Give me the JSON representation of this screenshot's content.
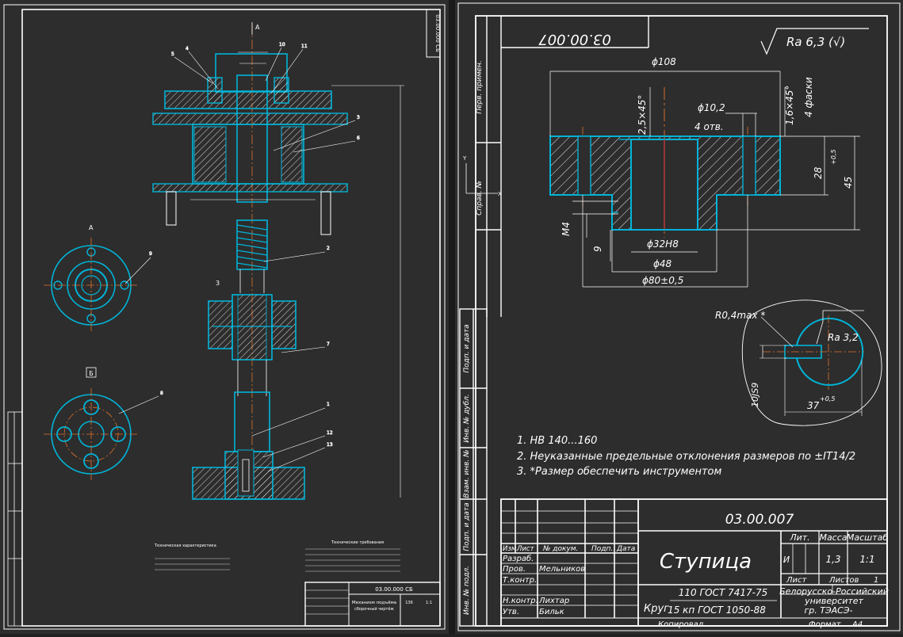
{
  "left_sheet": {
    "frame_code": "03.00.000 СБ",
    "view_label_top": "А",
    "view_label_mid": "А",
    "view_label_b": "Б",
    "section_mark": "3",
    "title_block": {
      "doc_code": "03.00.000 СБ",
      "name_line1": "Механизм подъёма",
      "name_line2": "сборочный чертёж",
      "mass": "136",
      "scale": "1:1"
    },
    "tech_char_title": "Техническая характеристика",
    "tech_req_title": "Технические требования",
    "callouts": [
      "5",
      "4",
      "10",
      "11",
      "3",
      "6",
      "9",
      "2",
      "7",
      "8",
      "1",
      "12",
      "13"
    ]
  },
  "right_sheet": {
    "stamp_code": "03.00.007",
    "roughness": "Ra 6,3 (√)",
    "dims": {
      "d108": "ϕ108",
      "d10_2": "ϕ10,2",
      "holes": "4 отв.",
      "chamfer_left": "2,5×45°",
      "chamfer_right": "1,6×45°",
      "chamfer_count": "4 фаски",
      "h28": "28",
      "h28_tol": "+0,5",
      "h45": "45",
      "m4": "M4",
      "n9": "9",
      "d32": "ϕ32H8",
      "d48": "ϕ48",
      "d80": "ϕ80±0,5",
      "r04": "R0,4max *",
      "ra32": "Ra 3,2",
      "js9": "10JS9",
      "n37": "37",
      "n37_tol": "+0,5"
    },
    "notes": [
      "1. HB 140...160",
      "2. Неуказанные предельные отклонения размеров по ±IT14/2",
      "3. *Размер обеспечить инструментом"
    ],
    "side_labels": {
      "perv_primen": "Перв. примен.",
      "sprav": "Справ. №",
      "podp_data_1": "Подп. и дата",
      "inv_dubl": "Инв. № дубл.",
      "vzam_inv": "Взам. инв. №",
      "podp_data_2": "Подп. и дата",
      "inv_podl": "Инв. № подл."
    },
    "title_block": {
      "doc_code": "03.00.007",
      "name": "Ступица",
      "material_prefix": "Круг",
      "material_top": "110 ГОСТ 7417-75",
      "material_bottom": "15 кп ГОСТ 1050-88",
      "lit": "Лит.",
      "massa": "Масса",
      "masshtab": "Масштаб",
      "lit_val": "И",
      "mass_val": "1,3",
      "scale_val": "1:1",
      "list": "Лист",
      "listov": "Листов",
      "listov_val": "1",
      "org_line1": "Белорусско-Российский",
      "org_line2": "университет",
      "org_line3": "гр. ТЭАСЭ-",
      "izm": "Изм.",
      "list_col": "Лист",
      "ndokum": "№ докум.",
      "podp": "Подп.",
      "data": "Дата",
      "razrab": "Разраб.",
      "prov": "Пров.",
      "prov_name": "Мельников",
      "tkontr": "Т.контр.",
      "nkontr": "Н.контр.",
      "nkontr_name": "Лихтар",
      "utv": "Утв.",
      "utv_name": "Бильк",
      "kopiroval": "Копировал",
      "format": "Формат",
      "format_val": "А4"
    }
  },
  "colors": {
    "background": "#2d2d2d",
    "frame": "#ffffff",
    "part": "#00b4d8",
    "text": "#ffffff",
    "axis": "#e0702a",
    "hatch": "#ffffff"
  }
}
